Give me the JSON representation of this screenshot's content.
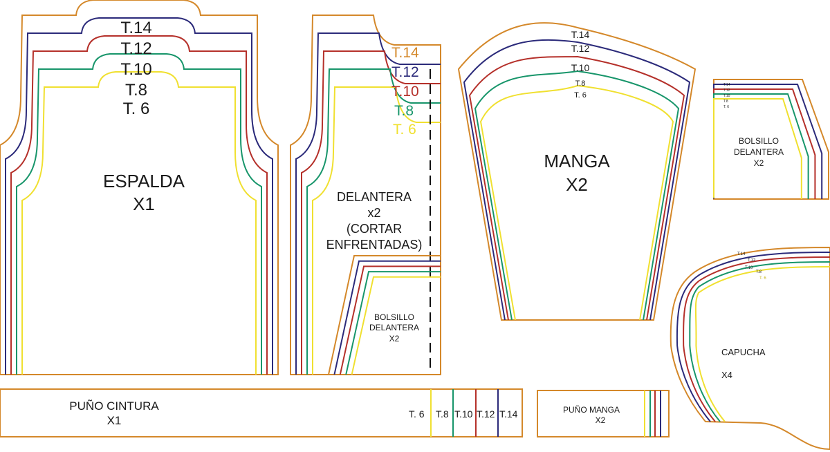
{
  "colors": {
    "cut": "#d4882a",
    "t14": "#2b2a7a",
    "t12": "#b5302a",
    "t10": "#17956a",
    "t8": "#f0e030"
  },
  "espalda": {
    "sizes": [
      "T.14",
      "T.12",
      "T.10",
      "T.8",
      "T. 6"
    ],
    "name": "ESPALDA",
    "qty": "X1"
  },
  "delantera": {
    "sizes": [
      "T.14",
      "T.12",
      "T.10",
      "T.8",
      "T. 6"
    ],
    "name": "DELANTERA",
    "qty": "x2",
    "note1": "(CORTAR",
    "note2": "ENFRENTADAS)"
  },
  "bolsillo_delantera": {
    "line1": "BOLSILLO",
    "line2": "DELANTERA",
    "qty": "X2"
  },
  "manga": {
    "sizes": [
      "T.14",
      "T.12",
      "T.10",
      "T.8",
      "T. 6"
    ],
    "name": "MANGA",
    "qty": "X2"
  },
  "bolsillo_right": {
    "sizes": [
      "T.14",
      "T.12",
      "T.10",
      "T.8",
      "T. 6"
    ],
    "line1": "BOLSILLO",
    "line2": "DELANTERA",
    "qty": "X2"
  },
  "capucha": {
    "sizes": [
      "T.14",
      "T.12",
      "T.10",
      "T.8",
      "T. 6"
    ],
    "name": "CAPUCHA",
    "qty": "X4"
  },
  "puno_cintura": {
    "name": "PUÑO CINTURA",
    "qty": "X1",
    "sizes": [
      "T. 6",
      "T.8",
      "T.10",
      "T.12",
      "T.14"
    ]
  },
  "puno_manga": {
    "name": "PUÑO MANGA",
    "qty": "X2"
  }
}
